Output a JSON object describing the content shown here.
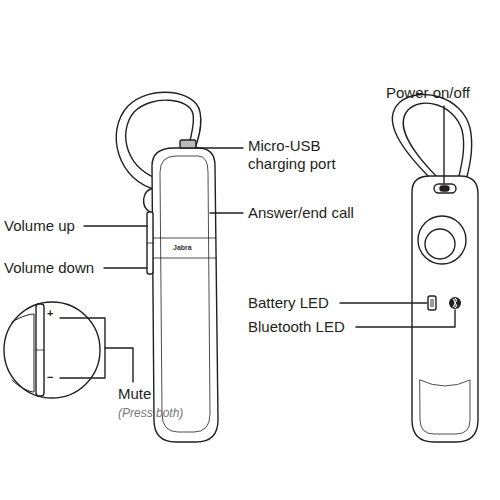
{
  "diagram": {
    "labels": [
      "Power on/off",
      "Micro-USB charging port",
      "Answer/end call",
      "Volume up",
      "Volume down",
      "Battery LED",
      "Bluetooth LED",
      "Mute",
      "(Press both)",
      "Jabra",
      "+",
      "−"
    ]
  }
}
